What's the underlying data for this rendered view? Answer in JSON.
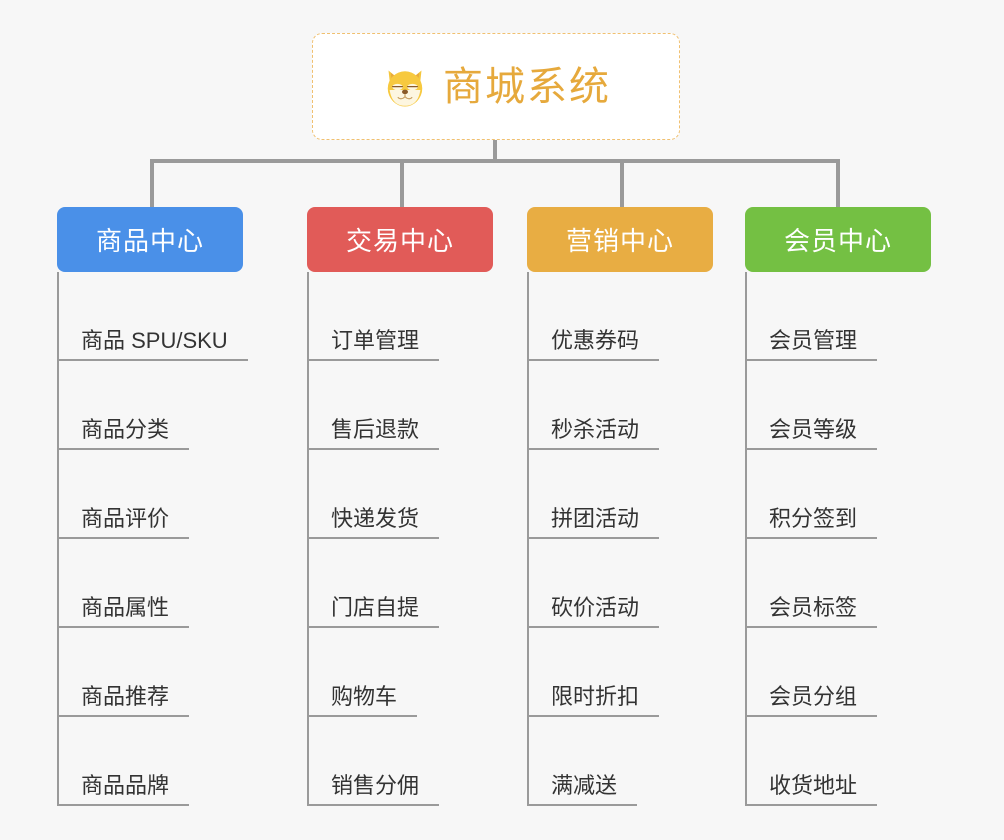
{
  "root": {
    "title": "商城系统",
    "icon": "shiba-dog-icon",
    "border_color": "#f0c070",
    "text_color": "#e6a93c",
    "background": "#ffffff"
  },
  "canvas": {
    "background": "#f7f7f7",
    "connector_color": "#9a9a9a"
  },
  "branches": [
    {
      "label": "商品中心",
      "color": "#4a90e8",
      "items": [
        "商品 SPU/SKU",
        "商品分类",
        "商品评价",
        "商品属性",
        "商品推荐",
        "商品品牌"
      ]
    },
    {
      "label": "交易中心",
      "color": "#e15b58",
      "items": [
        "订单管理",
        "售后退款",
        "快递发货",
        "门店自提",
        "购物车",
        "销售分佣"
      ]
    },
    {
      "label": "营销中心",
      "color": "#e8ad43",
      "items": [
        "优惠券码",
        "秒杀活动",
        "拼团活动",
        "砍价活动",
        "限时折扣",
        "满减送"
      ]
    },
    {
      "label": "会员中心",
      "color": "#74c043",
      "items": [
        "会员管理",
        "会员等级",
        "积分签到",
        "会员标签",
        "会员分组",
        "收货地址"
      ]
    }
  ]
}
